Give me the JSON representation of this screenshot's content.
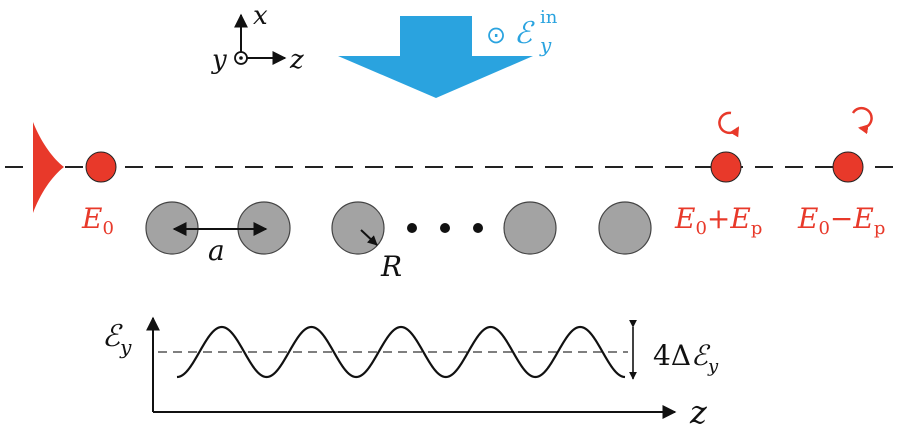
{
  "colors": {
    "red": "#e8392a",
    "blue": "#2aa3df",
    "gray": "#a3a3a3",
    "black": "#111111"
  },
  "axes_legend": {
    "x_label": "x",
    "y_label": "y",
    "z_label": "z"
  },
  "incident_field": {
    "symbol": "⊙",
    "letter": "ℰ",
    "superscript": "in",
    "subscript": "y"
  },
  "red_labels": {
    "e0": {
      "base": "E",
      "sub": "0"
    },
    "plus": {
      "base": "E",
      "sub": "0",
      "op": "+",
      "base2": "E",
      "sub2": "p"
    },
    "minus": {
      "base": "E",
      "sub": "0",
      "op": "−",
      "base2": "E",
      "sub2": "p"
    }
  },
  "spacing_label": "a",
  "radius_label": "R",
  "bottom_plot": {
    "y_axis_letter": "ℰ",
    "y_axis_sub": "y",
    "x_axis_label": "z",
    "amplitude_prefix": "4Δ",
    "amplitude_letter": "ℰ",
    "amplitude_sub": "y",
    "oscillation_periods": 5
  }
}
